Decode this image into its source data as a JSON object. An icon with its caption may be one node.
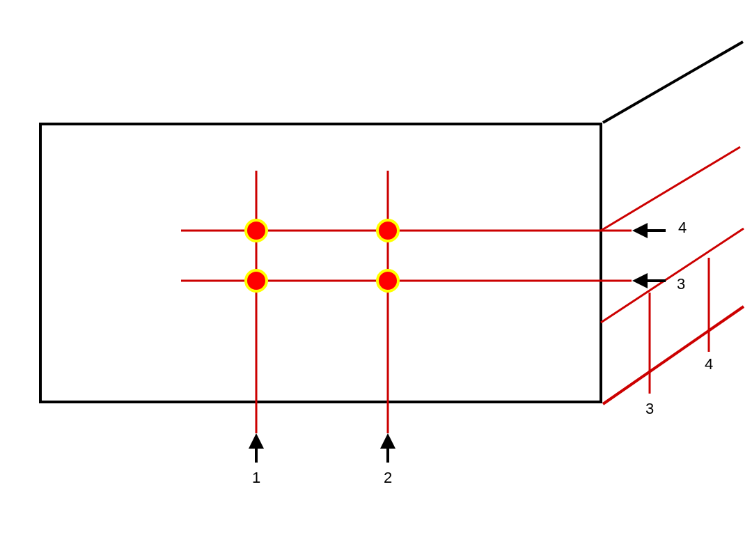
{
  "diagram": {
    "labels": [
      "4",
      "3",
      "4",
      "3",
      "1",
      "2"
    ]
  }
}
